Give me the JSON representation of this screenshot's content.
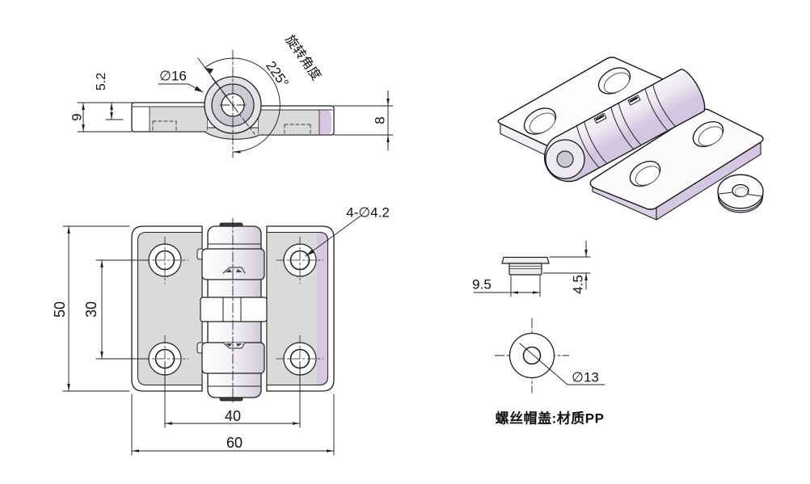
{
  "drawing_labels": {
    "side_view": {
      "dim_5_2": "5.2",
      "dim_9": "9",
      "dia_16": "∅16",
      "angle": "225°",
      "rotation_angle": "旋转角度",
      "dim_8": "8"
    },
    "front_view": {
      "holes_callout": "4-∅4.2",
      "dim_50": "50",
      "dim_30": "30",
      "dim_40": "40",
      "dim_60": "60"
    },
    "cap_views": {
      "dim_9_5": "9.5",
      "dim_4_5": "4.5",
      "dia_13": "∅13",
      "note": "螺丝帽盖:材质PP"
    }
  },
  "colors": {
    "line": "#1f1f1f",
    "plate_gray": "#dadada",
    "lavender": "#d6c7e2",
    "background": "#ffffff"
  }
}
